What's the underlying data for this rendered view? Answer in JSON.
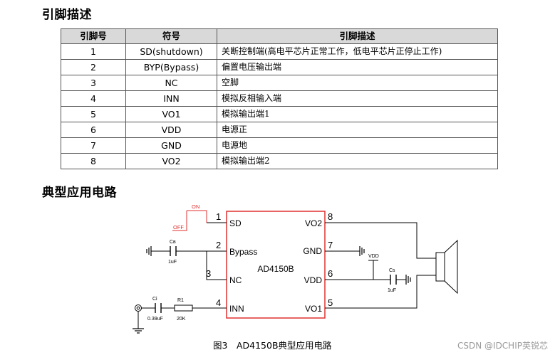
{
  "heading_pins": "引脚描述",
  "table": {
    "headers": [
      "引脚号",
      "符号",
      "引脚描述"
    ],
    "rows": [
      [
        "1",
        "SD(shutdown)",
        "关断控制端(高电平芯片正常工作，低电平芯片正停止工作)"
      ],
      [
        "2",
        "BYP(Bypass)",
        "偏置电压输出端"
      ],
      [
        "3",
        "NC",
        "空脚"
      ],
      [
        "4",
        "INN",
        "模拟反相输入端"
      ],
      [
        "5",
        "VO1",
        "模拟输出端1"
      ],
      [
        "6",
        "VDD",
        "电源正"
      ],
      [
        "7",
        "GND",
        "电源地"
      ],
      [
        "8",
        "VO2",
        "模拟输出端2"
      ]
    ]
  },
  "heading_circuit": "典型应用电路",
  "schematic": {
    "chip_name": "AD4150B",
    "left_pins": [
      {
        "num": "1",
        "label": "SD"
      },
      {
        "num": "2",
        "label": "Bypass"
      },
      {
        "num": "3",
        "label": "NC"
      },
      {
        "num": "4",
        "label": "INN"
      }
    ],
    "right_pins": [
      {
        "num": "8",
        "label": "VO2"
      },
      {
        "num": "7",
        "label": "GND"
      },
      {
        "num": "6",
        "label": "VDD"
      },
      {
        "num": "5",
        "label": "VO1"
      }
    ],
    "switch_on": "ON",
    "switch_off": "OFF",
    "cb_label": "Cв",
    "cb_value": "1uF",
    "ci_label": "Ci",
    "ci_value": "0.39uF",
    "r_label": "R1",
    "r_value": "20K",
    "cs_label": "Cs",
    "cs_value": "1uF",
    "vdd_label": "VDD",
    "chip_color": "#e03030",
    "switch_color": "#e03030"
  },
  "caption": "图3　AD4150B典型应用电路",
  "watermark": "CSDN @IDCHIP英锐芯"
}
